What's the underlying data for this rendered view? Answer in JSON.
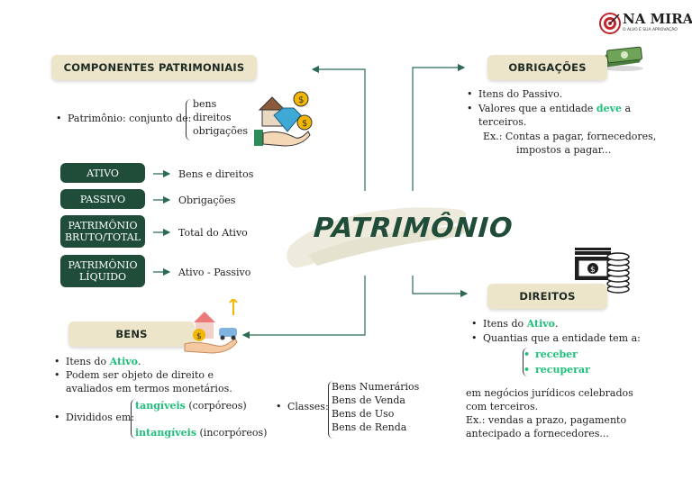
{
  "logo": {
    "name": "NA MIRA",
    "tagline": "O ALVO É SUA APROVAÇÃO"
  },
  "center": {
    "title": "PATRIMÔNIO"
  },
  "componentes": {
    "title": "COMPONENTES PATRIMONIAIS",
    "patrimonio_label": "Patrimônio: conjunto de:",
    "items": [
      "bens",
      "direitos",
      "obrigações"
    ],
    "table": [
      {
        "box": "ATIVO",
        "value": "Bens e direitos"
      },
      {
        "box": "PASSIVO",
        "value": "Obrigações"
      },
      {
        "box1": "PATRIMÔNIO",
        "box2": "BRUTO/TOTAL",
        "value": "Total do Ativo"
      },
      {
        "box1": "PATRIMÔNIO",
        "box2": "LÍQUIDO",
        "value": "Ativo - Passivo"
      }
    ]
  },
  "obrigacoes": {
    "title": "OBRIGAÇÕES",
    "b1": "Itens do Passivo.",
    "b2a": "Valores que a entidade ",
    "b2_highlight": "deve",
    "b2b": " a",
    "b2c": "terceiros.",
    "ex1": "Ex.: Contas a pagar, fornecedores,",
    "ex2": "impostos a pagar..."
  },
  "direitos": {
    "title": "DIREITOS",
    "b1a": "Itens do ",
    "b1_highlight": "Ativo",
    "b1b": ".",
    "b2": "Quantias que a entidade tem a:",
    "sub": [
      "receber",
      "recuperar"
    ],
    "p1": "em negócios jurídicos celebrados",
    "p2": "com terceiros.",
    "p3": "Ex.: vendas a prazo, pagamento",
    "p4": "antecipado a fornecedores..."
  },
  "bens": {
    "title": "BENS",
    "b1a": "Itens do ",
    "b1_highlight": "Ativo",
    "b1b": ".",
    "b2a": "Podem ser objeto de direito e",
    "b2b": "avaliados em termos monetários.",
    "b3": "Divididos em:",
    "tang_hl": "tangíveis",
    "tang_rest": " (corpóreos)",
    "intang_hl": "intangíveis",
    "intang_rest": " (incorpóreos)",
    "classes_label": "Classes:",
    "classes": [
      "Bens Numerários",
      "Bens de Venda",
      "Bens de Uso",
      "Bens de Renda"
    ]
  },
  "colors": {
    "dark_green": "#1f4d3a",
    "highlight": "#1ec07a",
    "pill": "#ece5c9"
  }
}
